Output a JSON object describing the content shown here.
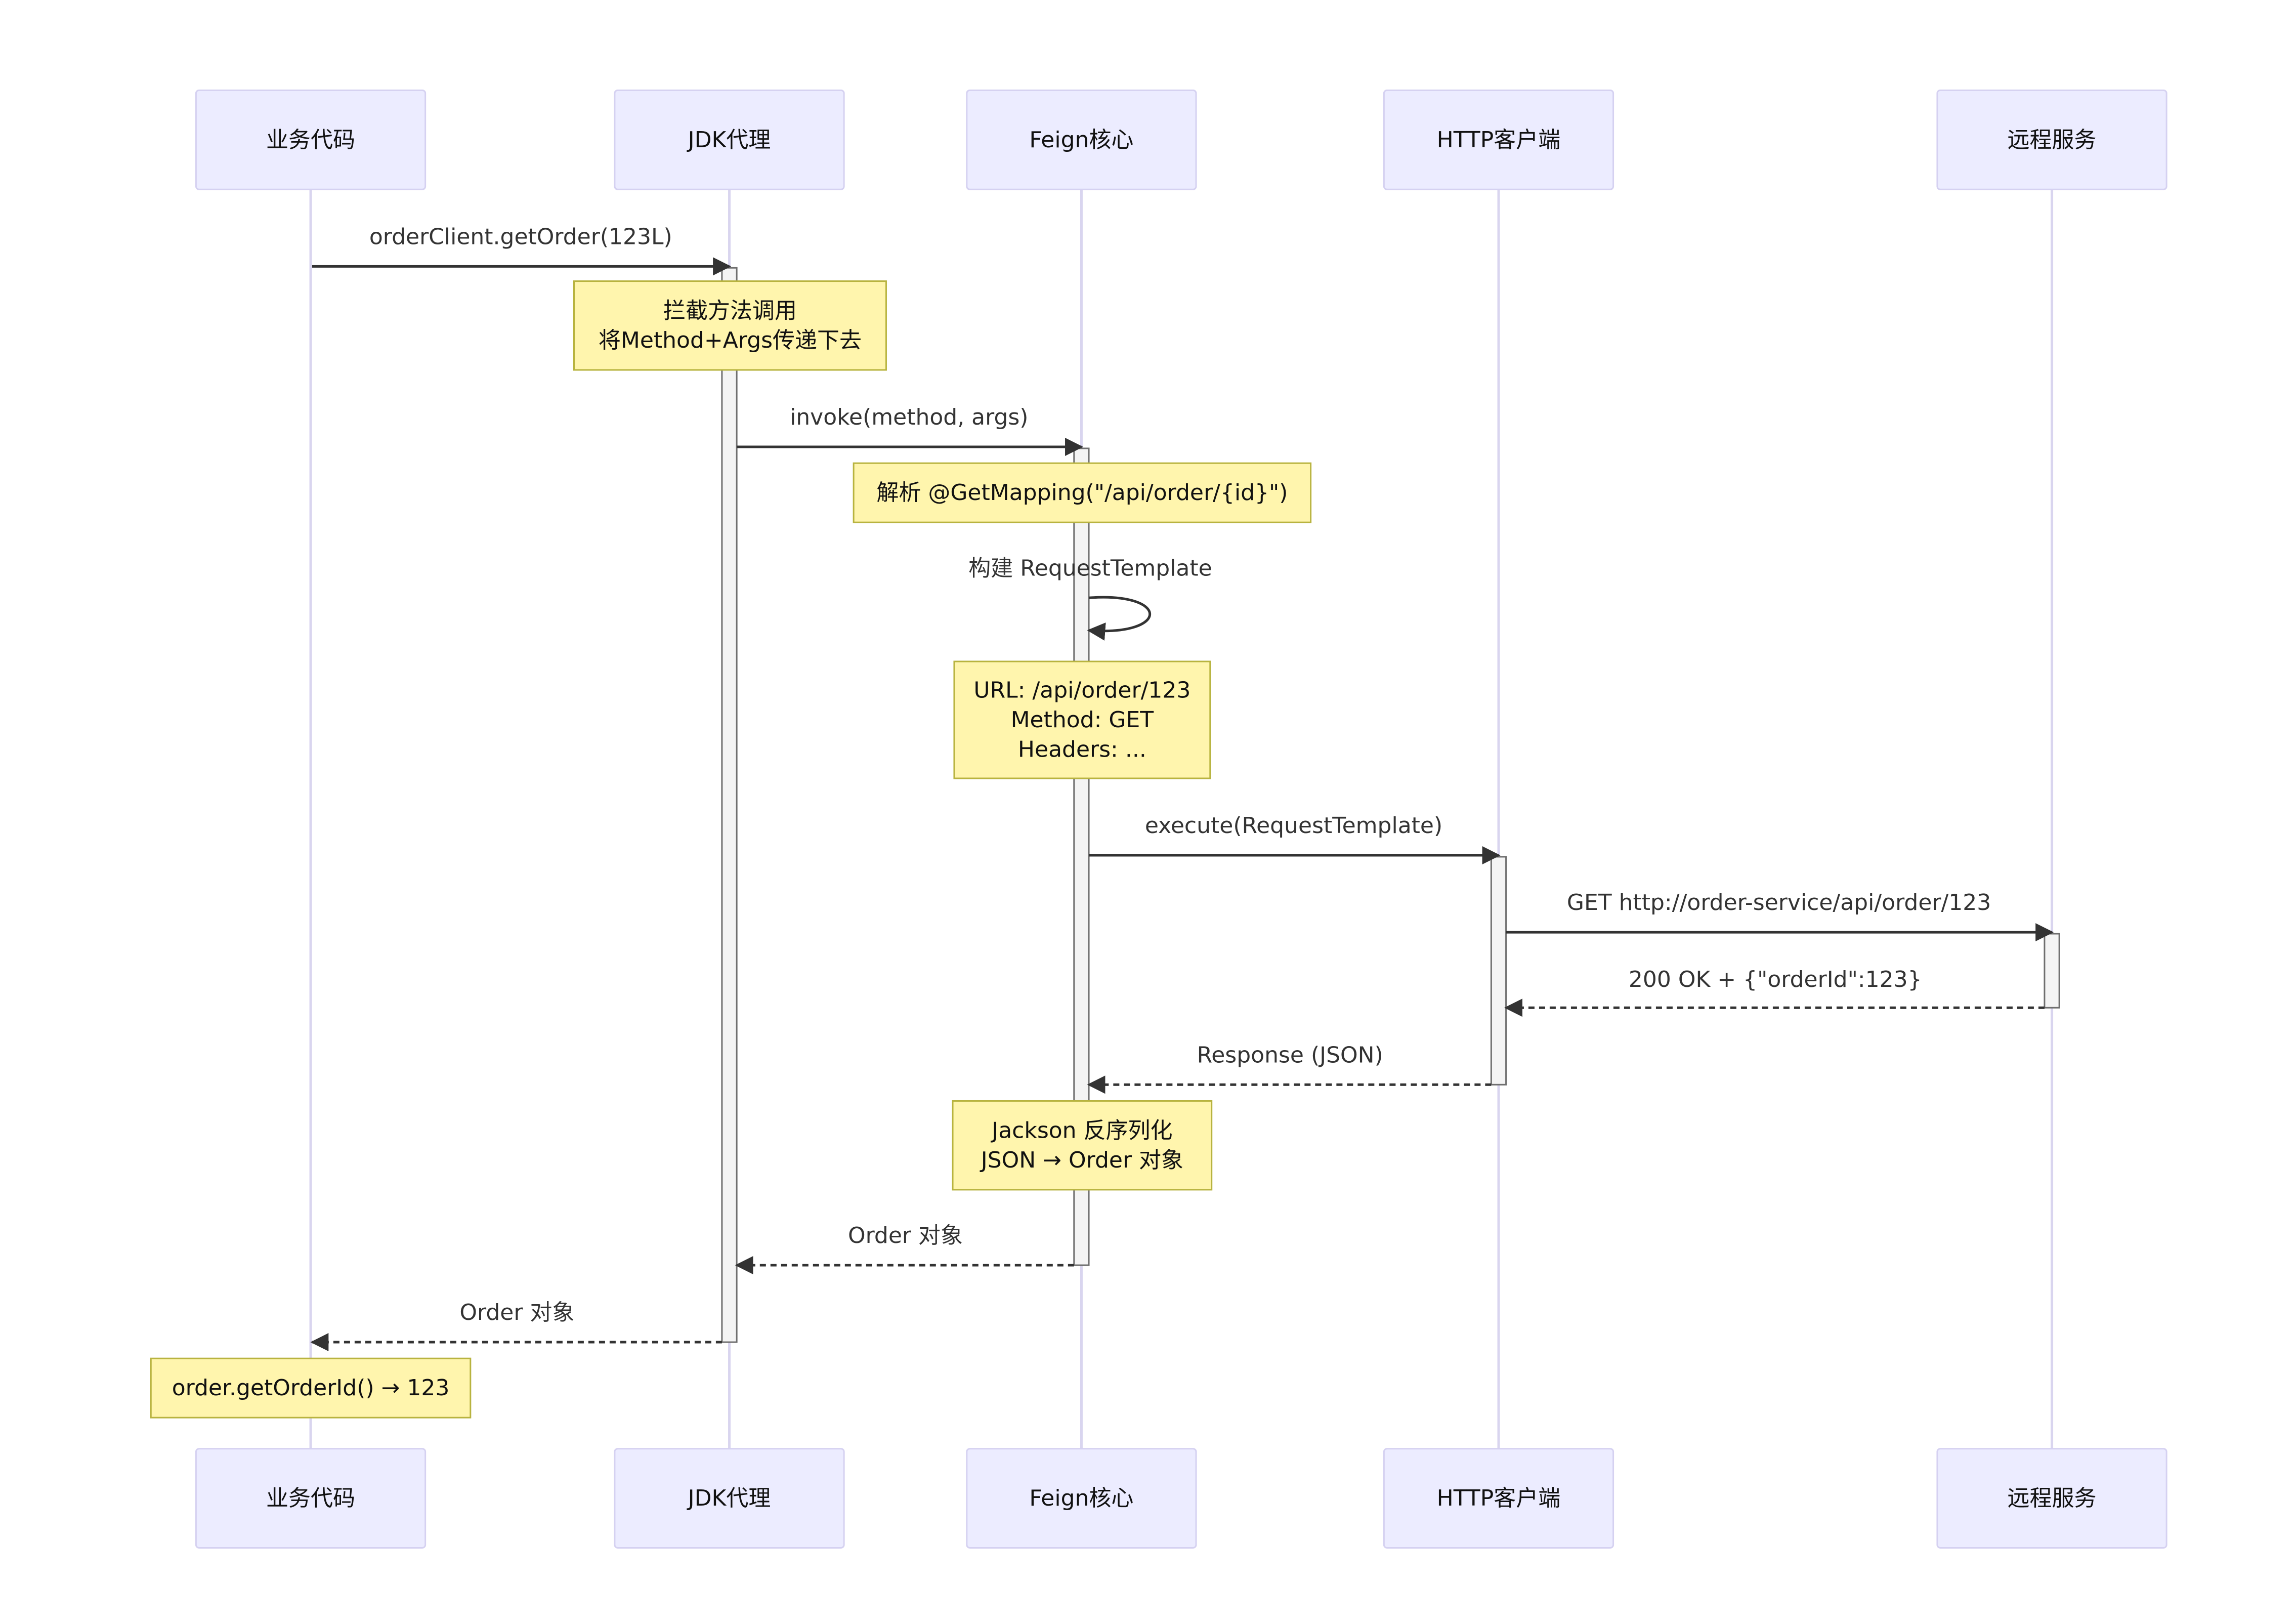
{
  "participants": [
    {
      "id": "biz",
      "label": "业务代码"
    },
    {
      "id": "jdk",
      "label": "JDK代理"
    },
    {
      "id": "feign",
      "label": "Feign核心"
    },
    {
      "id": "http",
      "label": "HTTP客户端"
    },
    {
      "id": "remote",
      "label": "远程服务"
    }
  ],
  "messages": [
    {
      "from": "biz",
      "to": "jdk",
      "text": "orderClient.getOrder(123L)",
      "style": "solid"
    },
    {
      "from": "jdk",
      "to": "feign",
      "text": "invoke(method, args)",
      "style": "solid"
    },
    {
      "from": "feign",
      "to": "feign",
      "text": "构建 RequestTemplate",
      "style": "solid"
    },
    {
      "from": "feign",
      "to": "http",
      "text": "execute(RequestTemplate)",
      "style": "solid"
    },
    {
      "from": "http",
      "to": "remote",
      "text": "GET http://order-service/api/order/123",
      "style": "solid"
    },
    {
      "from": "remote",
      "to": "http",
      "text": "200 OK + {\"orderId\":123}",
      "style": "dashed"
    },
    {
      "from": "http",
      "to": "feign",
      "text": "Response (JSON)",
      "style": "dashed"
    },
    {
      "from": "feign",
      "to": "jdk",
      "text": "Order 对象",
      "style": "dashed"
    },
    {
      "from": "jdk",
      "to": "biz",
      "text": "Order 对象",
      "style": "dashed"
    }
  ],
  "notes": [
    {
      "over": "jdk",
      "lines": [
        "拦截方法调用",
        "将Method+Args传递下去"
      ]
    },
    {
      "over": "feign",
      "lines": [
        "解析 @GetMapping(\"/api/order/{id}\")"
      ]
    },
    {
      "over": "feign",
      "lines": [
        "URL: /api/order/123",
        "Method: GET",
        "Headers: ..."
      ]
    },
    {
      "over": "feign",
      "lines": [
        "Jackson 反序列化",
        "JSON → Order 对象"
      ]
    },
    {
      "over": "biz",
      "lines": [
        "order.getOrderId() → 123"
      ]
    }
  ],
  "colors": {
    "actor_fill": "#ececff",
    "actor_stroke": "#d5d1f1",
    "lifeline": "#d9d5ef",
    "note_fill": "#fff5ad",
    "note_stroke": "#b8b33f",
    "arrow": "#333333"
  }
}
